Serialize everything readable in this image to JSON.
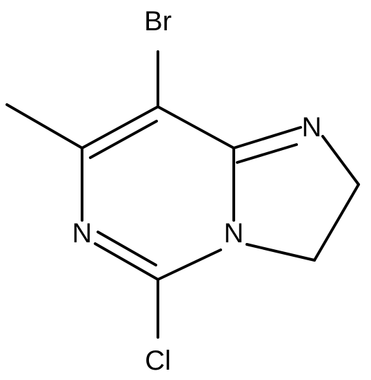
{
  "molecule": {
    "atoms": {
      "br": "Br",
      "cl": "Cl",
      "n_top": "N",
      "n_left": "N",
      "n_bridge": "N"
    }
  }
}
